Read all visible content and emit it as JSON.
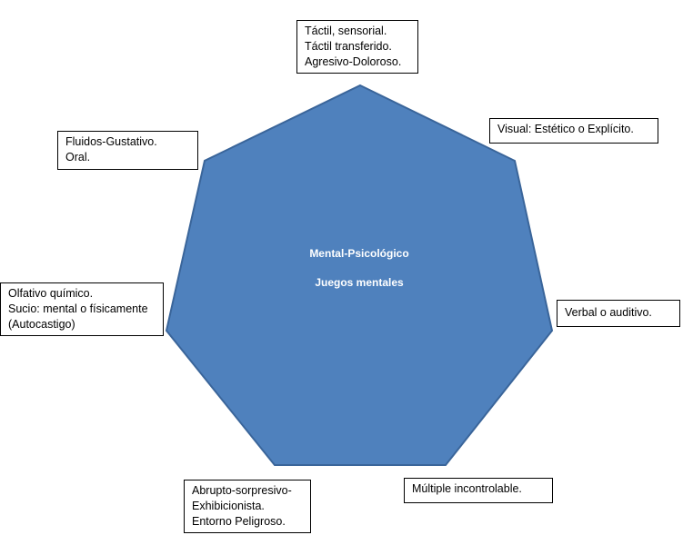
{
  "colors": {
    "heptagon_fill": "#4f81bd",
    "heptagon_stroke": "#3a659a",
    "box_border": "#000000",
    "center_text": "#ffffff"
  },
  "center": {
    "line1": "Mental-Psicológico",
    "line2": "Juegos mentales"
  },
  "boxes": {
    "tactil": [
      "Táctil, sensorial.",
      "Táctil transferido.",
      "Agresivo-Doloroso."
    ],
    "visual": [
      "Visual: Estético o Explícito."
    ],
    "verbal": [
      "Verbal o auditivo."
    ],
    "multiple": [
      "Múltiple incontrolable."
    ],
    "abrupto": [
      "Abrupto-sorpresivo-",
      "Exhibicionista.",
      "Entorno Peligroso."
    ],
    "olfativo": [
      "Olfativo químico.",
      "Sucio: mental o físicamente",
      "(Autocastigo)"
    ],
    "fluidos": [
      "Fluidos-Gustativo.",
      "Oral."
    ]
  }
}
